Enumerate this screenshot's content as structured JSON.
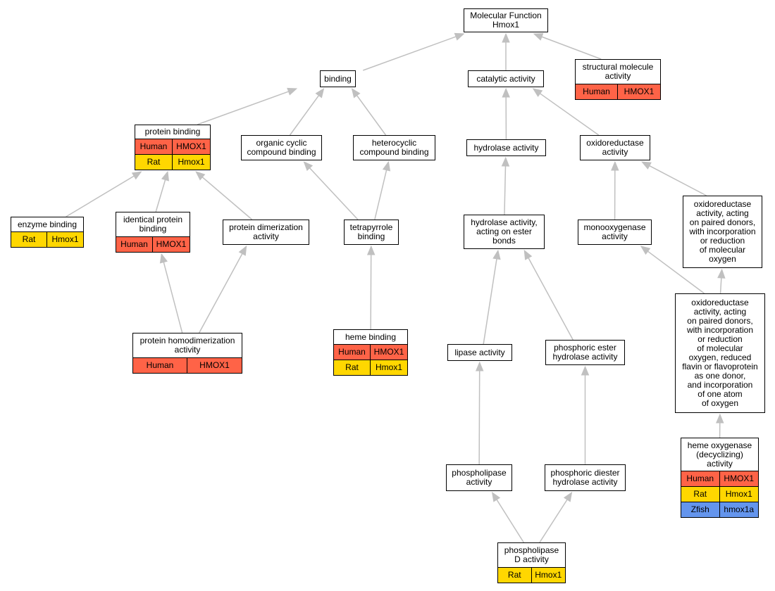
{
  "colors": {
    "Human": "#ff6347",
    "Rat": "#ffd700",
    "Zfish": "#6495ed",
    "edge": "#c0c0c0"
  },
  "nodes": {
    "mf": {
      "label": "Molecular Function\nHmox1",
      "genes": []
    },
    "binding": {
      "label": "binding",
      "genes": []
    },
    "catalytic": {
      "label": "catalytic activity",
      "genes": []
    },
    "structural": {
      "label": "structural molecule\nactivity",
      "genes": [
        [
          "Human",
          "HMOX1"
        ]
      ]
    },
    "protein_binding": {
      "label": "protein binding",
      "genes": [
        [
          "Human",
          "HMOX1"
        ],
        [
          "Rat",
          "Hmox1"
        ]
      ]
    },
    "organic_cyclic": {
      "label": "organic cyclic\ncompound binding",
      "genes": []
    },
    "heterocyclic": {
      "label": "heterocyclic\ncompound binding",
      "genes": []
    },
    "hydrolase": {
      "label": "hydrolase activity",
      "genes": []
    },
    "oxidoreductase": {
      "label": "oxidoreductase\nactivity",
      "genes": []
    },
    "enzyme_binding": {
      "label": "enzyme binding",
      "genes": [
        [
          "Rat",
          "Hmox1"
        ]
      ]
    },
    "identical_protein": {
      "label": "identical protein\nbinding",
      "genes": [
        [
          "Human",
          "HMOX1"
        ]
      ]
    },
    "protein_dimerization": {
      "label": "protein dimerization\nactivity",
      "genes": []
    },
    "tetrapyrrole": {
      "label": "tetrapyrrole\nbinding",
      "genes": []
    },
    "hydrolase_ester": {
      "label": "hydrolase activity,\nacting on ester\nbonds",
      "genes": []
    },
    "monooxygenase": {
      "label": "monooxygenase\nactivity",
      "genes": []
    },
    "oxido_paired": {
      "label": "oxidoreductase\nactivity, acting\non paired donors,\nwith incorporation\nor reduction\nof molecular\noxygen",
      "genes": []
    },
    "homodimerization": {
      "label": "protein homodimerization\nactivity",
      "genes": [
        [
          "Human",
          "HMOX1"
        ]
      ]
    },
    "heme_binding": {
      "label": "heme binding",
      "genes": [
        [
          "Human",
          "HMOX1"
        ],
        [
          "Rat",
          "Hmox1"
        ]
      ]
    },
    "lipase": {
      "label": "lipase activity",
      "genes": []
    },
    "phosphoric_ester": {
      "label": "phosphoric ester\nhydrolase activity",
      "genes": []
    },
    "oxido_flavin": {
      "label": "oxidoreductase\nactivity, acting\non paired donors,\nwith incorporation\nor reduction\nof molecular\noxygen, reduced\nflavin or flavoprotein\nas one donor,\nand incorporation\nof one atom\nof oxygen",
      "genes": []
    },
    "phospholipase": {
      "label": "phospholipase\nactivity",
      "genes": []
    },
    "phosphoric_diester": {
      "label": "phosphoric diester\nhydrolase activity",
      "genes": []
    },
    "heme_oxygenase": {
      "label": "heme oxygenase\n(decyclizing)\nactivity",
      "genes": [
        [
          "Human",
          "HMOX1"
        ],
        [
          "Rat",
          "Hmox1"
        ],
        [
          "Zfish",
          "hmox1a"
        ]
      ]
    },
    "phospholipase_d": {
      "label": "phospholipase\nD activity",
      "genes": [
        [
          "Rat",
          "Hmox1"
        ]
      ]
    }
  },
  "edges": [
    [
      "binding",
      "mf"
    ],
    [
      "catalytic",
      "mf"
    ],
    [
      "structural",
      "mf"
    ],
    [
      "protein_binding",
      "binding"
    ],
    [
      "organic_cyclic",
      "binding"
    ],
    [
      "heterocyclic",
      "binding"
    ],
    [
      "hydrolase",
      "catalytic"
    ],
    [
      "oxidoreductase",
      "catalytic"
    ],
    [
      "enzyme_binding",
      "protein_binding"
    ],
    [
      "identical_protein",
      "protein_binding"
    ],
    [
      "protein_dimerization",
      "protein_binding"
    ],
    [
      "tetrapyrrole",
      "organic_cyclic"
    ],
    [
      "tetrapyrrole",
      "heterocyclic"
    ],
    [
      "hydrolase_ester",
      "hydrolase"
    ],
    [
      "monooxygenase",
      "oxidoreductase"
    ],
    [
      "oxido_paired",
      "oxidoreductase"
    ],
    [
      "homodimerization",
      "identical_protein"
    ],
    [
      "homodimerization",
      "protein_dimerization"
    ],
    [
      "heme_binding",
      "tetrapyrrole"
    ],
    [
      "lipase",
      "hydrolase_ester"
    ],
    [
      "phosphoric_ester",
      "hydrolase_ester"
    ],
    [
      "oxido_flavin",
      "monooxygenase"
    ],
    [
      "oxido_flavin",
      "oxido_paired"
    ],
    [
      "phospholipase",
      "lipase"
    ],
    [
      "phosphoric_diester",
      "phosphoric_ester"
    ],
    [
      "heme_oxygenase",
      "oxido_flavin"
    ],
    [
      "phospholipase_d",
      "phospholipase"
    ],
    [
      "phospholipase_d",
      "phosphoric_diester"
    ]
  ]
}
